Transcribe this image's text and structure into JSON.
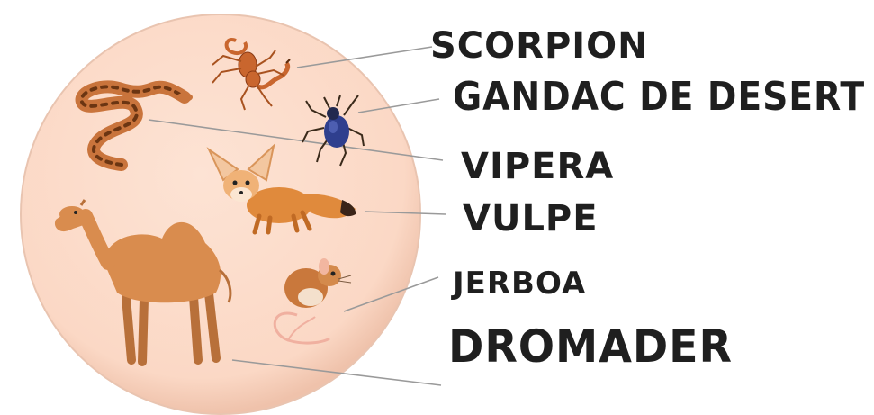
{
  "labels": {
    "scorpion": "SCORPION",
    "gandac": "GANDAC DE DESERT",
    "vipera": "VIPERA",
    "vulpe": "VULPE",
    "jerboa": "JERBOA",
    "dromader": "DROMADER"
  },
  "colors": {
    "circle_fill": "#fbdccb",
    "circle_edge": "#e9c4b0",
    "leader_line": "#9a9a9a",
    "text": "#1f1f1f",
    "camel": "#d98c4e",
    "fox": "#e08a3c",
    "snake": "#c9743c",
    "scorpion": "#c9662e",
    "beetle": "#2f3f8e",
    "jerboa": "#c9783c"
  },
  "icons": [
    "scorpion-illustration",
    "beetle-illustration",
    "viper-illustration",
    "fox-illustration",
    "jerboa-illustration",
    "camel-illustration"
  ]
}
